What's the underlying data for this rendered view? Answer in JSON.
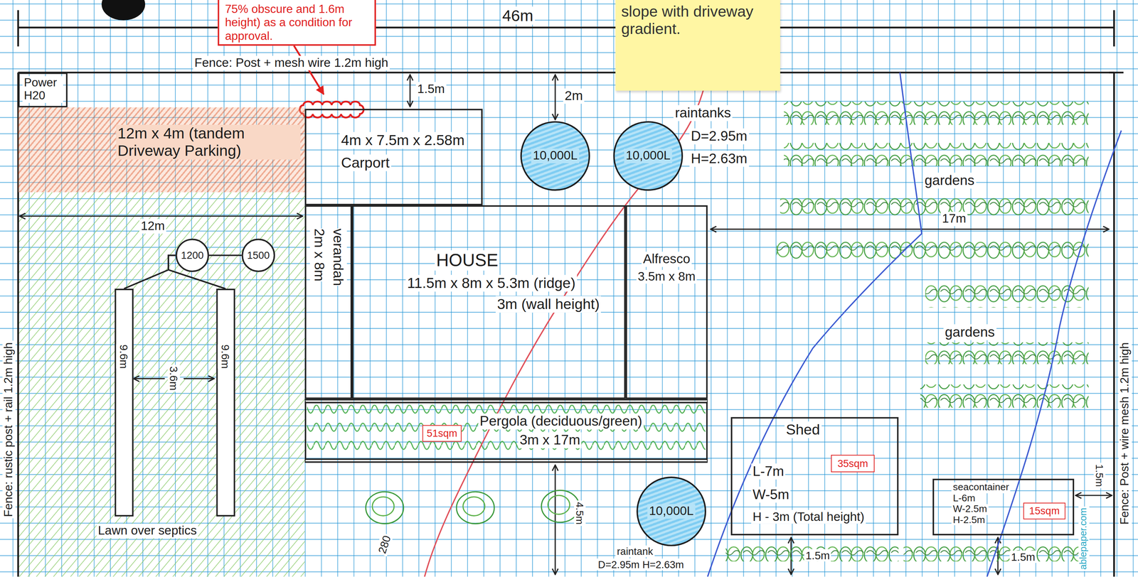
{
  "diagram": {
    "nodes": [
      {
        "text": [
          "75% obscure and 1.6m height) as a condition for approval."
        ]
      },
      {
        "text": [
          "slope with driveway gradient."
        ]
      },
      {
        "text": [
          "Power H20"
        ]
      },
      {
        "text": [
          "12m x 4m (tandem Driveway Parking)"
        ]
      },
      {
        "text": [
          "4m x 7.5m x 2.58m",
          "Carport"
        ]
      },
      {
        "text": [
          "10,000L"
        ]
      },
      {
        "text": [
          "10,000L"
        ]
      },
      {
        "text": [
          "1200"
        ]
      },
      {
        "text": [
          "1500"
        ]
      },
      {
        "text": [
          "verandah",
          "2m x 8m"
        ]
      },
      {
        "text": [
          "HOUSE",
          "11.5m x 8m x 5.3m (ridge)",
          "3m (wall height)"
        ]
      },
      {
        "text": [
          "Alfresco",
          "3.5m x 8m"
        ]
      },
      {
        "text": [
          "9.6m"
        ]
      },
      {
        "text": [
          "9.6m"
        ]
      },
      {
        "text": [
          "Pergola (deciduous/green)",
          "3m x 17m"
        ]
      },
      {
        "text": [
          "51sqm"
        ],
        "in": 14
      },
      {
        "text": [
          "10,000L"
        ]
      },
      {
        "text": [
          "Shed",
          "L-7m",
          "W-5m",
          "H - 3m (Total height)"
        ]
      },
      {
        "text": [
          "35sqm"
        ],
        "in": 17
      },
      {
        "text": [
          "seacontainer",
          "L-6m",
          "W-2.5m",
          "H-2.5m"
        ]
      },
      {
        "text": [
          "15sqm"
        ],
        "in": 19
      }
    ],
    "edges": [
      {
        "from": 7,
        "to": 8,
        "arrow": "none"
      },
      {
        "from": 7,
        "to": 12,
        "arrow": "none"
      },
      {
        "from": 7,
        "to": 13,
        "arrow": "none"
      }
    ],
    "labels": [
      "46m",
      "Fence: Post + mesh wire 1.2m high",
      "1.5m",
      "2m",
      "raintanks",
      "D=2.95m",
      "H=2.63m",
      "gardens",
      "12m",
      "17m",
      "gardens",
      "3.6m",
      "Fence: rustic post + rail 1.2m high",
      "Fence: Post + wire mesh 1.2m high",
      "Lawn over septics",
      "280",
      "4.5m",
      "raintank",
      "D=2.95m H=2.63m",
      "1.5m",
      "1.5m",
      "1.5m",
      "ablepaper.com"
    ]
  }
}
